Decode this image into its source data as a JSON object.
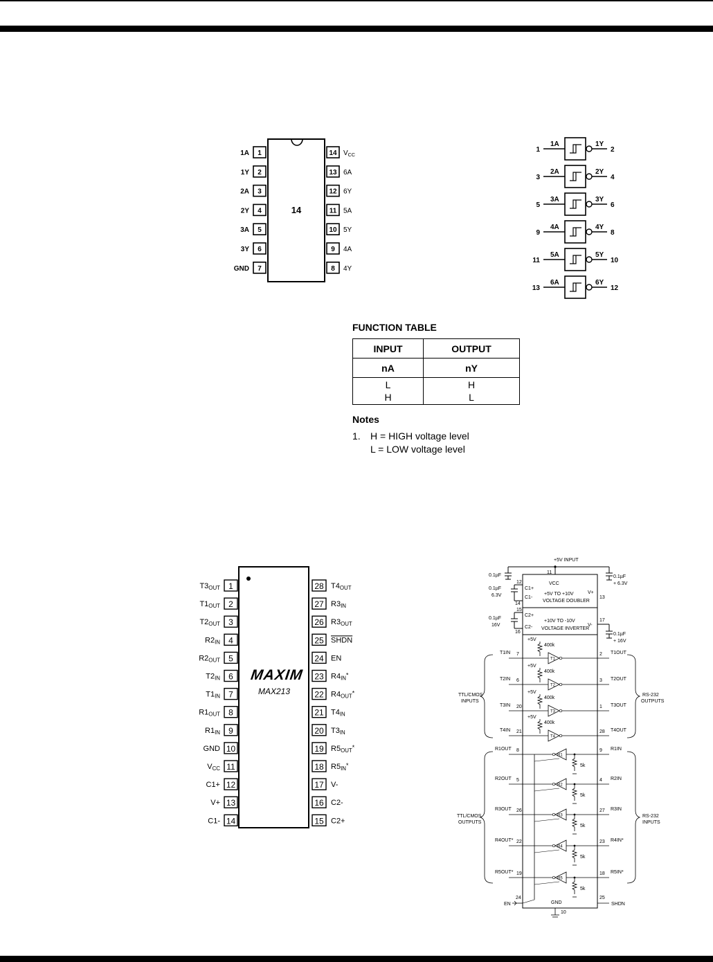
{
  "ic14": {
    "center_label": "14",
    "left_pins": [
      {
        "num": "1",
        "name": "1A"
      },
      {
        "num": "2",
        "name": "1Y"
      },
      {
        "num": "3",
        "name": "2A"
      },
      {
        "num": "4",
        "name": "2Y"
      },
      {
        "num": "5",
        "name": "3A"
      },
      {
        "num": "6",
        "name": "3Y"
      },
      {
        "num": "7",
        "name": "GND"
      }
    ],
    "right_pins": [
      {
        "num": "14",
        "name": "V",
        "sub": "CC"
      },
      {
        "num": "13",
        "name": "6A"
      },
      {
        "num": "12",
        "name": "6Y"
      },
      {
        "num": "11",
        "name": "5A"
      },
      {
        "num": "10",
        "name": "5Y"
      },
      {
        "num": "9",
        "name": "4A"
      },
      {
        "num": "8",
        "name": "4Y"
      }
    ]
  },
  "logic_symbol": {
    "gates": [
      {
        "in_pin": "1",
        "in_name": "1A",
        "out_name": "1Y",
        "out_pin": "2"
      },
      {
        "in_pin": "3",
        "in_name": "2A",
        "out_name": "2Y",
        "out_pin": "4"
      },
      {
        "in_pin": "5",
        "in_name": "3A",
        "out_name": "3Y",
        "out_pin": "6"
      },
      {
        "in_pin": "9",
        "in_name": "4A",
        "out_name": "4Y",
        "out_pin": "8"
      },
      {
        "in_pin": "11",
        "in_name": "5A",
        "out_name": "5Y",
        "out_pin": "10"
      },
      {
        "in_pin": "13",
        "in_name": "6A",
        "out_name": "6Y",
        "out_pin": "12"
      }
    ]
  },
  "function_table": {
    "title": "FUNCTION TABLE",
    "headers": [
      "INPUT",
      "OUTPUT"
    ],
    "subheaders": [
      "nA",
      "nY"
    ],
    "input_values": [
      "L",
      "H"
    ],
    "output_values": [
      "H",
      "L"
    ]
  },
  "notes": {
    "title": "Notes",
    "number": "1.",
    "line1": "H = HIGH voltage level",
    "line2": "L = LOW voltage level"
  },
  "max213": {
    "logo": "MAXIM",
    "part": "MAX213",
    "left_pins": [
      {
        "num": "1",
        "name": "T3",
        "sub": "OUT"
      },
      {
        "num": "2",
        "name": "T1",
        "sub": "OUT"
      },
      {
        "num": "3",
        "name": "T2",
        "sub": "OUT"
      },
      {
        "num": "4",
        "name": "R2",
        "sub": "IN"
      },
      {
        "num": "5",
        "name": "R2",
        "sub": "OUT"
      },
      {
        "num": "6",
        "name": "T2",
        "sub": "IN"
      },
      {
        "num": "7",
        "name": "T1",
        "sub": "IN"
      },
      {
        "num": "8",
        "name": "R1",
        "sub": "OUT"
      },
      {
        "num": "9",
        "name": "R1",
        "sub": "IN"
      },
      {
        "num": "10",
        "name": "GND",
        "sub": ""
      },
      {
        "num": "11",
        "name": "V",
        "sub": "CC"
      },
      {
        "num": "12",
        "name": "C1+",
        "sub": ""
      },
      {
        "num": "13",
        "name": "V+",
        "sub": ""
      },
      {
        "num": "14",
        "name": "C1-",
        "sub": ""
      }
    ],
    "right_pins": [
      {
        "num": "28",
        "name": "T4",
        "sub": "OUT",
        "star": ""
      },
      {
        "num": "27",
        "name": "R3",
        "sub": "IN",
        "star": ""
      },
      {
        "num": "26",
        "name": "R3",
        "sub": "OUT",
        "star": ""
      },
      {
        "num": "25",
        "name": "SHDN",
        "sub": "",
        "star": "",
        "overline": true
      },
      {
        "num": "24",
        "name": "EN",
        "sub": "",
        "star": ""
      },
      {
        "num": "23",
        "name": "R4",
        "sub": "IN",
        "star": "*"
      },
      {
        "num": "22",
        "name": "R4",
        "sub": "OUT",
        "star": "*"
      },
      {
        "num": "21",
        "name": "T4",
        "sub": "IN",
        "star": ""
      },
      {
        "num": "20",
        "name": "T3",
        "sub": "IN",
        "star": ""
      },
      {
        "num": "19",
        "name": "R5",
        "sub": "OUT",
        "star": "*"
      },
      {
        "num": "18",
        "name": "R5",
        "sub": "IN",
        "star": "*"
      },
      {
        "num": "17",
        "name": "V-",
        "sub": "",
        "star": ""
      },
      {
        "num": "16",
        "name": "C2-",
        "sub": "",
        "star": ""
      },
      {
        "num": "15",
        "name": "C2+",
        "sub": "",
        "star": ""
      }
    ]
  },
  "schematic": {
    "top_input": "+5V INPUT",
    "vcc_pin": "11",
    "vcc_label": "VCC",
    "cap1": {
      "value": "0.1µF",
      "rating": "6.3V",
      "pin_a": "12",
      "pin_b": "14",
      "label_a": "C1+",
      "label_b": "C1-"
    },
    "cap_vcc": {
      "value": "0.1µF",
      "rating": "+ 6.3V"
    },
    "doubler": "+5V TO +10V",
    "doubler2": "VOLTAGE DOUBLER",
    "vplus_label": "V+",
    "vplus_pin": "13",
    "cap2": {
      "value": "0.1µF",
      "rating": "16V",
      "pin_a": "15",
      "pin_b": "16",
      "label_a": "C2+",
      "label_b": "C2-"
    },
    "inverter": "+10V TO -10V",
    "inverter2": "VOLTAGE INVERTER",
    "vminus_label": "V-",
    "vminus_pin": "17",
    "cap_vminus": {
      "value": "0.1µF",
      "rating": "+ 16V"
    },
    "pullup_v": "+5V",
    "pullup_r": "400k",
    "drivers": [
      {
        "in": "T1IN",
        "in_pin": "7",
        "name": "T1",
        "out": "T1OUT",
        "out_pin": "2"
      },
      {
        "in": "T2IN",
        "in_pin": "6",
        "name": "T2",
        "out": "T2OUT",
        "out_pin": "3"
      },
      {
        "in": "T3IN",
        "in_pin": "20",
        "name": "T3",
        "out": "T3OUT",
        "out_pin": "1"
      },
      {
        "in": "T4IN",
        "in_pin": "21",
        "name": "T4",
        "out": "T4OUT",
        "out_pin": "28"
      }
    ],
    "receivers": [
      {
        "out": "R1OUT",
        "out_pin": "8",
        "name": "R1",
        "in": "R1IN",
        "in_pin": "9"
      },
      {
        "out": "R2OUT",
        "out_pin": "5",
        "name": "R2",
        "in": "R2IN",
        "in_pin": "4"
      },
      {
        "out": "R3OUT",
        "out_pin": "26",
        "name": "R3",
        "in": "R3IN",
        "in_pin": "27"
      },
      {
        "out": "R4OUT*",
        "out_pin": "22",
        "name": "R4",
        "in": "R4IN*",
        "in_pin": "23"
      },
      {
        "out": "R5OUT*",
        "out_pin": "19",
        "name": "R5",
        "in": "R5IN*",
        "in_pin": "18"
      }
    ],
    "rx_res": "5k",
    "ttl_in_1": "TTL/CMOS",
    "ttl_in_2": "INPUTS",
    "rs_out_1": "RS-232",
    "rs_out_2": "OUTPUTS",
    "ttl_out_1": "TTL/CMOS",
    "ttl_out_2": "OUTPUTS",
    "rs_in_1": "RS-232",
    "rs_in_2": "INPUTS",
    "en_label": "EN",
    "en_pin": "24",
    "shdn_label": "SHDN",
    "shdn_pin": "25",
    "gnd_label": "GND",
    "gnd_pin": "10"
  }
}
